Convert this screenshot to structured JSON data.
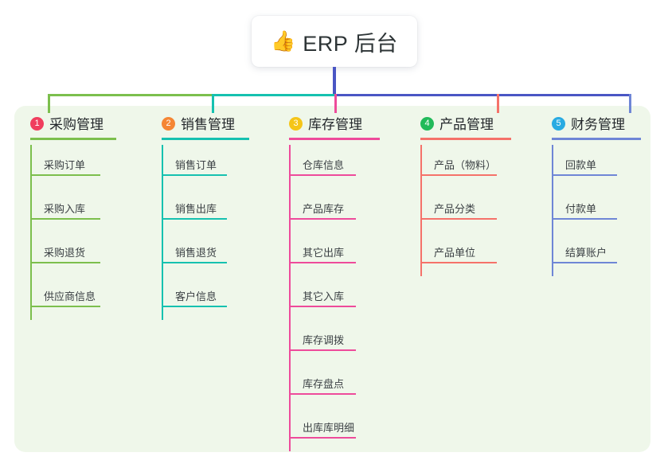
{
  "diagram": {
    "type": "mindmap",
    "root": {
      "icon": "thumbs-up-icon",
      "emoji": "👍",
      "title": "ERP 后台"
    },
    "panel_color": "#EFF7EA",
    "columns": [
      {
        "index": "1",
        "title": "采购管理",
        "badge_color": "#F03E5E",
        "line_color": "#7CBF4D",
        "items": [
          "采购订单",
          "采购入库",
          "采购退货",
          "供应商信息"
        ]
      },
      {
        "index": "2",
        "title": "销售管理",
        "badge_color": "#F58634",
        "line_color": "#16C1B0",
        "items": [
          "销售订单",
          "销售出库",
          "销售退货",
          "客户信息"
        ]
      },
      {
        "index": "3",
        "title": "库存管理",
        "badge_color": "#F5C518",
        "line_color": "#EE4B9B",
        "items": [
          "仓库信息",
          "产品库存",
          "其它出库",
          "其它入库",
          "库存调拨",
          "库存盘点",
          "出库库明细"
        ]
      },
      {
        "index": "4",
        "title": "产品管理",
        "badge_color": "#21BA5A",
        "line_color": "#F5726A",
        "items": [
          "产品（物料）",
          "产品分类",
          "产品单位"
        ]
      },
      {
        "index": "5",
        "title": "财务管理",
        "badge_color": "#29ABE2",
        "line_color": "#6F86D6",
        "items": [
          "回款单",
          "付款单",
          "结算账户"
        ]
      }
    ],
    "connectors": {
      "root_stem_color": "#4A56C4",
      "bus_segments": [
        {
          "color": "#7CBF4D",
          "label": "green-segment"
        },
        {
          "color": "#16C1B0",
          "label": "teal-segment"
        },
        {
          "color": "#4A56C4",
          "label": "blue-segment"
        }
      ],
      "drop_colors": [
        "#7CBF4D",
        "#16C1B0",
        "#EE4B9B",
        "#F5726A",
        "#6F86D6"
      ]
    }
  }
}
